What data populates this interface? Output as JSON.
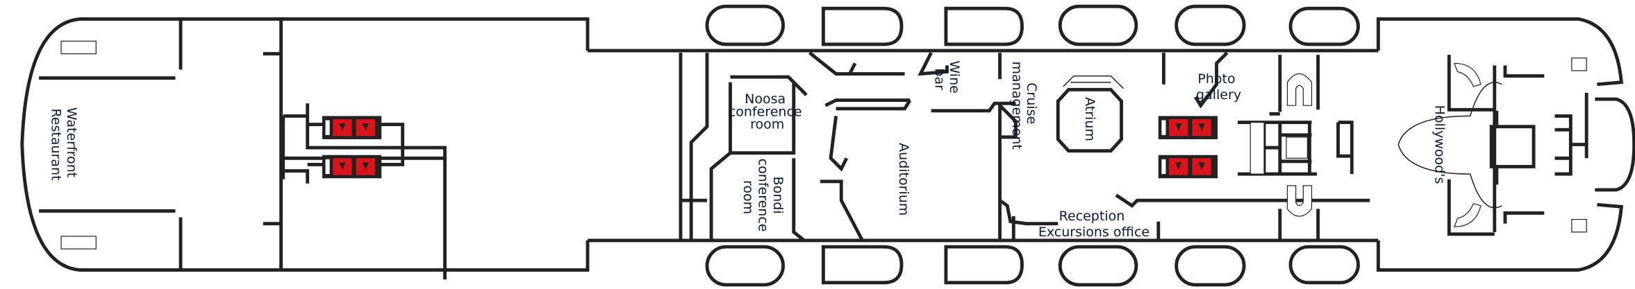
{
  "deck_plan": {
    "rooms": {
      "waterfront": [
        "Waterfront",
        "Restaurant"
      ],
      "noosa": [
        "Noosa",
        "conference",
        "room"
      ],
      "bondi": [
        "Bondi",
        "conference",
        "room"
      ],
      "wine_bar": [
        "Wine",
        "bar"
      ],
      "cruise_management": [
        "Cruise",
        "management"
      ],
      "auditorium": "Auditorium",
      "atrium": "Atrium",
      "photo_gallery": [
        "Photo",
        "gallery"
      ],
      "reception": [
        "Reception",
        "Excursions office"
      ],
      "hollywoods": "Hollywood's"
    },
    "colors": {
      "wall": "#222222",
      "elevator": "#d9141b",
      "label": "#0b1a3a"
    }
  }
}
